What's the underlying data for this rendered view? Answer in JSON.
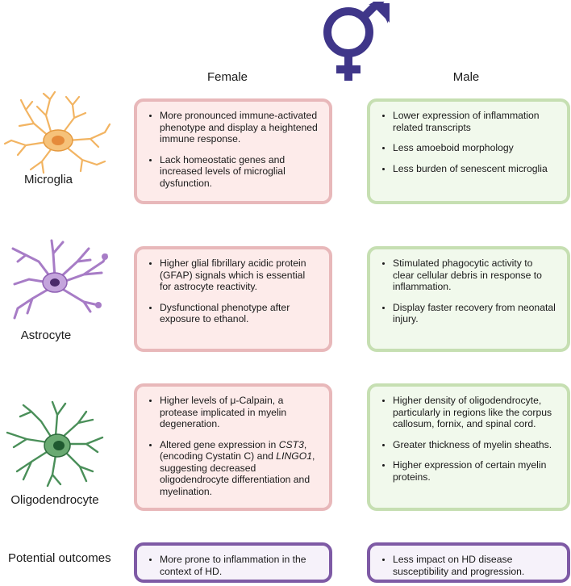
{
  "columns": {
    "female": "Female",
    "male": "Male"
  },
  "rows": [
    {
      "label": "Microglia",
      "icon": "microglia-cell-icon",
      "female": [
        "More pronounced immune-activated phenotype and display a heightened immune response.",
        "Lack homeostatic genes and increased levels of microglial dysfunction."
      ],
      "male": [
        "Lower expression of inflammation related transcripts",
        "Less amoeboid morphology",
        "Less burden of senescent microglia"
      ]
    },
    {
      "label": "Astrocyte",
      "icon": "astrocyte-cell-icon",
      "female": [
        "Higher glial fibrillary acidic protein (GFAP) signals which is essential for astrocyte reactivity.",
        "Dysfunctional phenotype after exposure to ethanol."
      ],
      "male": [
        "Stimulated phagocytic activity to clear cellular debris in response to inflammation.",
        "Display faster recovery from neonatal injury."
      ]
    },
    {
      "label": "Oligodendrocyte",
      "icon": "oligodendrocyte-cell-icon",
      "female": [
        "Higher levels of μ-Calpain, a protease implicated in myelin degeneration.",
        "Altered gene expression in CST3, (encoding Cystatin C) and LINGO1, suggesting decreased oligodendrocyte differentiation and myelination."
      ],
      "male": [
        "Higher density of oligodendrocyte, particularly in regions like the corpus callosum, fornix, and spinal cord.",
        "Greater thickness of myelin sheaths.",
        "Higher expression of certain myelin proteins."
      ]
    }
  ],
  "outcomes": {
    "label": "Potential outcomes",
    "female": [
      "More prone to inflammation in the context of HD."
    ],
    "male": [
      "Less impact on HD disease susceptibility and progression."
    ]
  },
  "colors": {
    "female_fill": "#fdebea",
    "female_border": "#e8b8ba",
    "male_fill": "#f1f9ec",
    "male_border": "#c6dfb2",
    "outcome_fill": "#f6f2fa",
    "outcome_border": "#7e5aa5",
    "symbol": "#3f3689",
    "microglia": "#f2b462",
    "astrocyte": "#a77cc6",
    "oligodendrocyte": "#4a8f59"
  },
  "symbol_icon": "male-female-symbol-icon"
}
